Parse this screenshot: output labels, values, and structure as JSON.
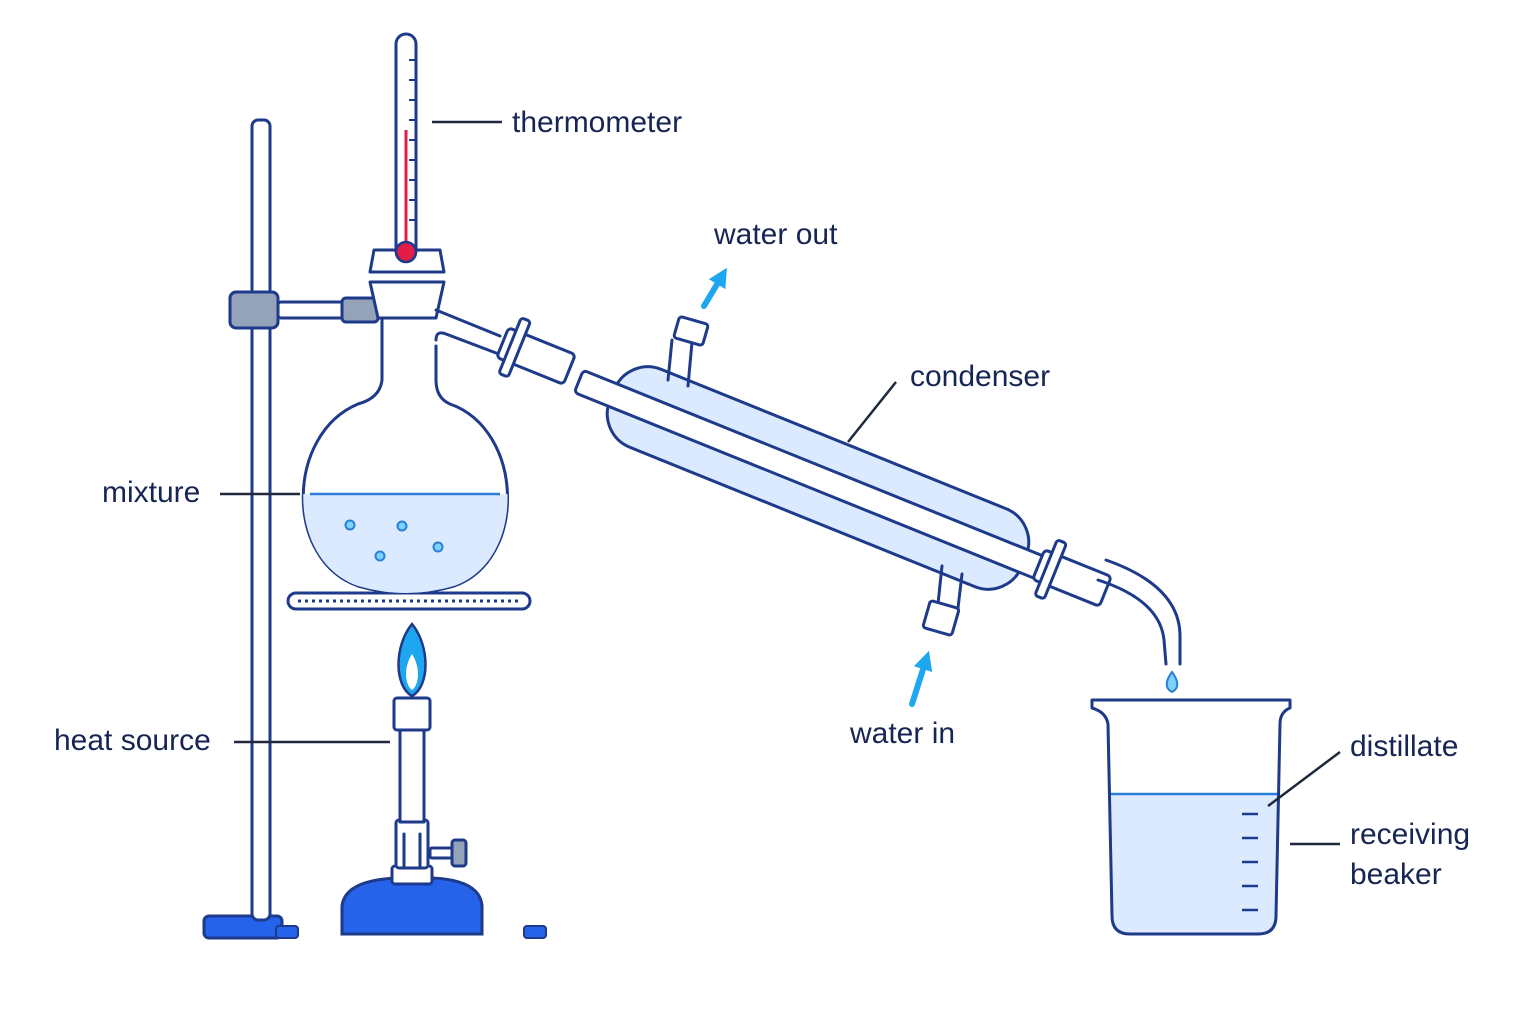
{
  "labels": {
    "thermometer": "thermometer",
    "water_out": "water out",
    "condenser": "condenser",
    "mixture": "mixture",
    "heat_source": "heat source",
    "water_in": "water in",
    "distillate": "distillate",
    "receiving_beaker_line1": "receiving",
    "receiving_beaker_line2": "beaker"
  },
  "colors": {
    "outline": "#1e3a8a",
    "liquid": "#dbeafe",
    "liquid_surface": "#2b7fd6",
    "flame": "#1ea7f0",
    "burner_base": "#2563eb",
    "mercury": "#e11d48",
    "arrow": "#1ea7f0",
    "clamp": "#94a3b8"
  },
  "icons": {
    "water_flow": "arrow-up-icon",
    "flame": "flame-icon",
    "drop": "droplet-icon"
  }
}
